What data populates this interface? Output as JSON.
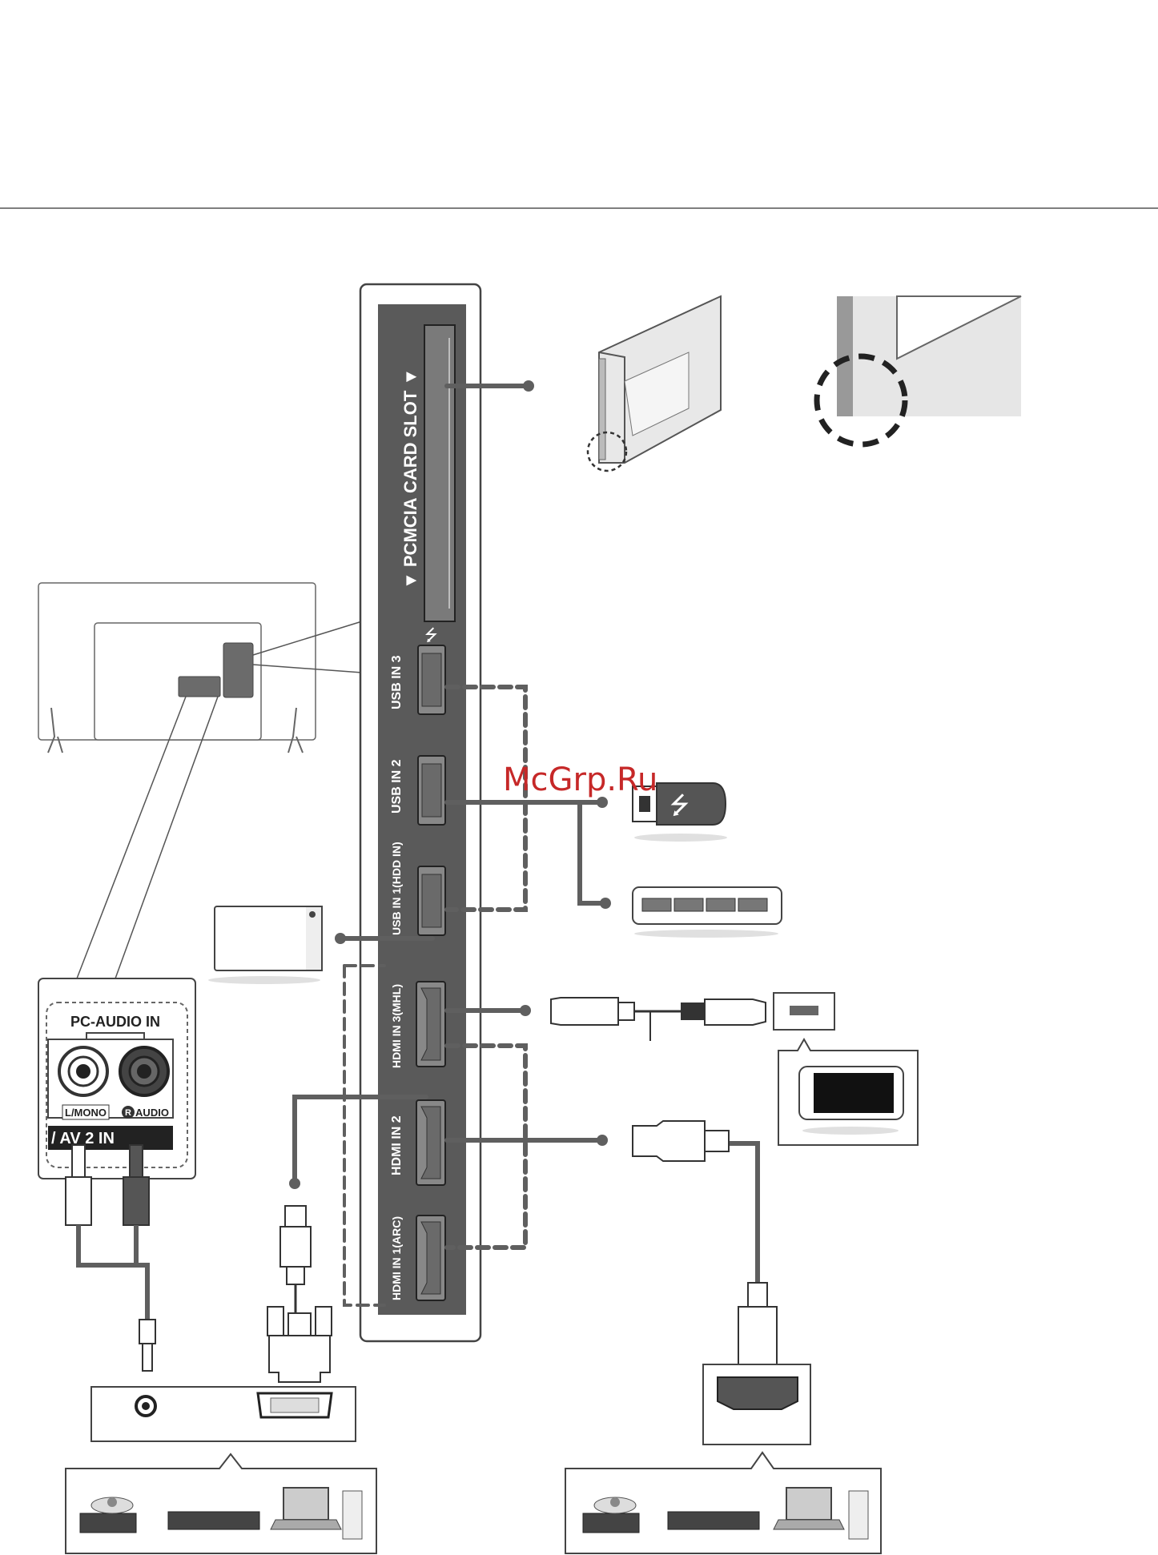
{
  "watermark": "McGrp.Ru",
  "tv_panel": {
    "pcmcia_label": "▼ PCMCIA CARD SLOT ▼",
    "usb_ports": [
      {
        "label": "USB IN 3"
      },
      {
        "label": "USB IN 2"
      },
      {
        "label": "USB IN 1(HDD IN)"
      }
    ],
    "hdmi_ports": [
      {
        "label": "HDMI IN 3(MHL)"
      },
      {
        "label": "HDMI IN 2"
      },
      {
        "label": "HDMI IN 1(ARC)"
      }
    ]
  },
  "audio_panel": {
    "title": "PC-AUDIO IN",
    "left_label": "L/MONO",
    "right_label": "AUDIO",
    "right_badge": "R",
    "av_label": "/ AV 2 IN"
  },
  "colors": {
    "panel_dark": "#5a5a5a",
    "line_gray": "#5f5f5f",
    "port_fill": "#888888"
  }
}
